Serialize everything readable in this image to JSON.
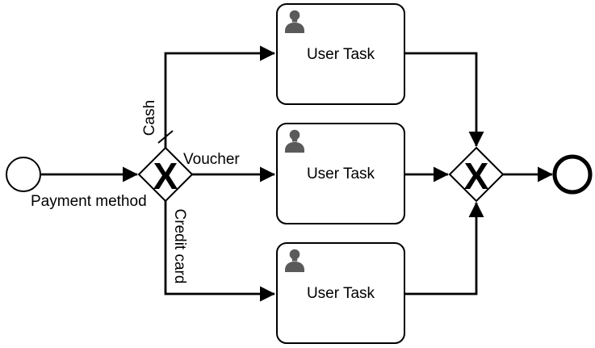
{
  "diagram": {
    "type": "bpmn-process",
    "colors": {
      "stroke": "#000000",
      "icon": "#5a5a5a",
      "shape-fill": "#ffffff"
    },
    "start_event": {
      "label": "Payment method"
    },
    "end_event": {
      "label": ""
    },
    "gateways": {
      "split": {
        "kind": "exclusive",
        "marker": "X"
      },
      "join": {
        "kind": "exclusive",
        "marker": "X"
      }
    },
    "tasks": [
      {
        "label": "User Task",
        "icon": "user-icon"
      },
      {
        "label": "User Task",
        "icon": "user-icon"
      },
      {
        "label": "User Task",
        "icon": "user-icon"
      }
    ],
    "flow_labels": {
      "cash": "Cash",
      "voucher": "Voucher",
      "credit_card": "Credit card"
    },
    "markers": {
      "default_flow": "slash-marker"
    }
  }
}
